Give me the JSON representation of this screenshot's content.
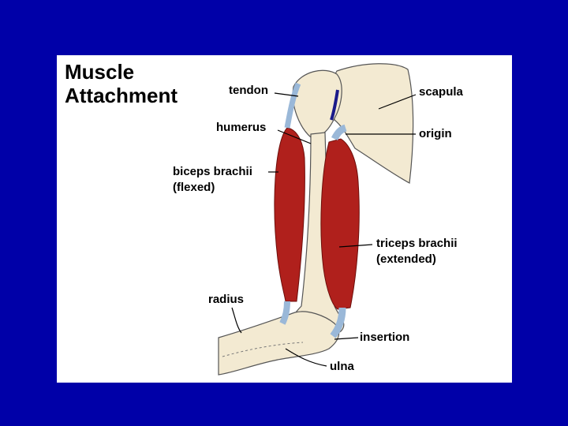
{
  "slide": {
    "title_line1": "Muscle",
    "title_line2": "Attachment"
  },
  "labels": {
    "tendon": "tendon",
    "scapula": "scapula",
    "humerus": "humerus",
    "origin": "origin",
    "biceps_line1": "biceps brachii",
    "biceps_line2": "(flexed)",
    "triceps_line1": "triceps brachii",
    "triceps_line2": "(extended)",
    "radius": "radius",
    "insertion": "insertion",
    "ulna": "ulna"
  },
  "colors": {
    "background": "#0000a8",
    "panel": "#ffffff",
    "bone": "#f3ead2",
    "muscle": "#b0201c",
    "tendon": "#9ab8d8"
  }
}
